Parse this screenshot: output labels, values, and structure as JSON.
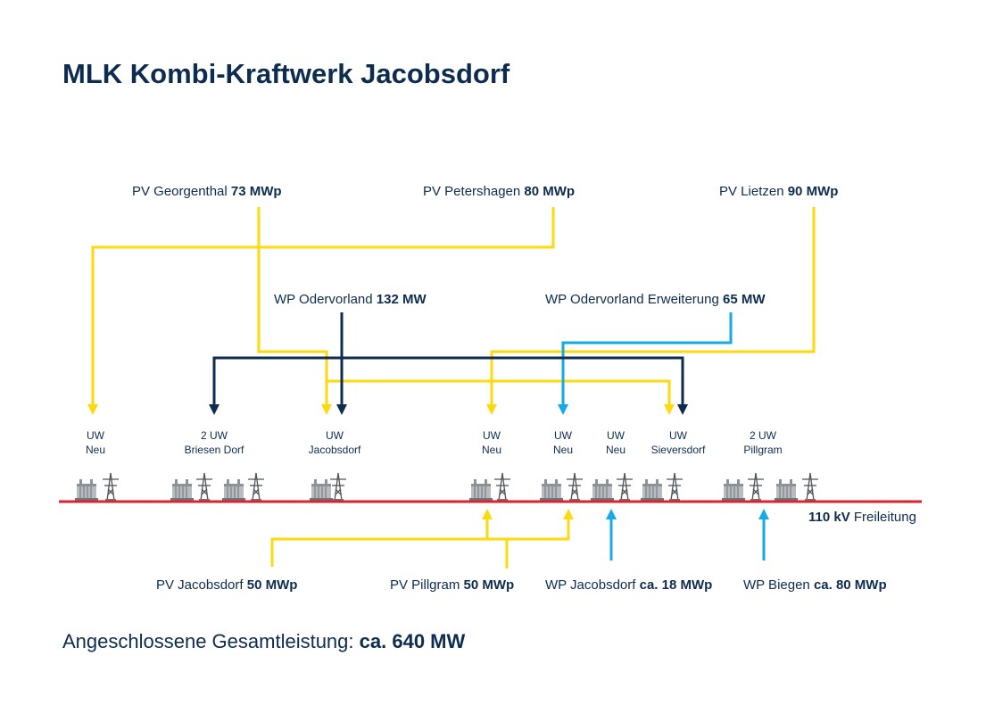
{
  "title": "MLK Kombi-Kraftwerk Jacobsdorf",
  "colors": {
    "pv": "#ffd90f",
    "wp_main": "#0d2c4f",
    "wp_blue": "#16a9e3",
    "line": "#d9232e",
    "text": "#0d2c4f"
  },
  "sources_top": [
    {
      "name": "PV Georgenthal",
      "power": "73 MWp"
    },
    {
      "name": "PV Petershagen",
      "power": "80 MWp"
    },
    {
      "name": "PV Lietzen",
      "power": "90 MWp"
    },
    {
      "name": "WP Odervorland",
      "power": "132 MW"
    },
    {
      "name": "WP Odervorland Erweiterung",
      "power": "65 MW"
    }
  ],
  "sources_bottom": [
    {
      "name": "PV Jacobsdorf",
      "power": "50 MWp"
    },
    {
      "name": "PV Pillgram",
      "power": "50 MWp"
    },
    {
      "name": "WP Jacobsdorf",
      "power": "ca. 18 MWp"
    },
    {
      "name": "WP Biegen",
      "power": "ca. 80 MWp"
    }
  ],
  "substations": [
    {
      "l1": "UW",
      "l2": "Neu"
    },
    {
      "l1": "2 UW",
      "l2": "Briesen Dorf"
    },
    {
      "l1": "UW",
      "l2": "Jacobsdorf"
    },
    {
      "l1": "UW",
      "l2": "Neu"
    },
    {
      "l1": "UW",
      "l2": "Neu"
    },
    {
      "l1": "UW",
      "l2": "Neu"
    },
    {
      "l1": "UW",
      "l2": "Sieversdorf"
    },
    {
      "l1": "2 UW",
      "l2": "Pillgram"
    }
  ],
  "power_line": {
    "voltage": "110 kV",
    "label": "Freileitung"
  },
  "total": {
    "label": "Angeschlossene Gesamtleistung:",
    "value": "ca. 640 MW"
  }
}
